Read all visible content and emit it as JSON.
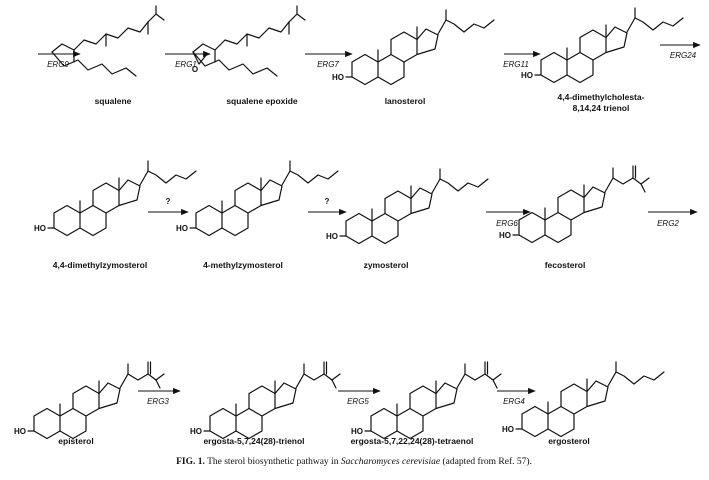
{
  "compounds": [
    {
      "name": "squalene",
      "atoms": ""
    },
    {
      "name": "squalene epoxide",
      "atoms": "O"
    },
    {
      "name": "lanosterol",
      "atoms": "HO"
    },
    {
      "name": "4,4-dimethylcholesta-8,14,24 trienol",
      "line1": "4,4-dimethylcholesta-",
      "line2": "8,14,24 trienol",
      "atoms": "HO"
    },
    {
      "name": "4,4-dimethylzymosterol",
      "atoms": "HO"
    },
    {
      "name": "4-methylzymosterol",
      "atoms": "HO"
    },
    {
      "name": "zymosterol",
      "atoms": "HO"
    },
    {
      "name": "fecosterol",
      "atoms": "HO"
    },
    {
      "name": "episterol",
      "atoms": "HO"
    },
    {
      "name": "ergosta-5,7,24(28)-trienol",
      "atoms": "HO"
    },
    {
      "name": "ergosta-5,7,22,24(28)-tetraenol",
      "atoms": "HO"
    },
    {
      "name": "ergosterol",
      "atoms": "HO"
    }
  ],
  "steps": [
    {
      "enzyme": "ERG9"
    },
    {
      "enzyme": "ERG1"
    },
    {
      "enzyme": "ERG7"
    },
    {
      "enzyme": "ERG11"
    },
    {
      "enzyme": "ERG24"
    },
    {
      "enzyme": "?"
    },
    {
      "enzyme": "?"
    },
    {
      "enzyme": "ERG6"
    },
    {
      "enzyme": "ERG2"
    },
    {
      "enzyme": "ERG3"
    },
    {
      "enzyme": "ERG5"
    },
    {
      "enzyme": "ERG4"
    }
  ],
  "caption": {
    "label": "FIG. 1.",
    "text_before": " The sterol biosynthetic pathway in ",
    "species": "Saccharomyces cerevisiae",
    "text_after": " (adapted from Ref. 57)."
  }
}
